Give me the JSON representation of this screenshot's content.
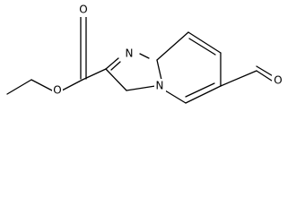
{
  "structure": {
    "atoms": {
      "ring_n": "N",
      "bridge_n": "N",
      "ester_carbonyl_o": "O",
      "ester_ether_o": "O",
      "aldehyde_o": "O"
    },
    "colors": {
      "ink": "#000000",
      "background": "#ffffff"
    }
  }
}
